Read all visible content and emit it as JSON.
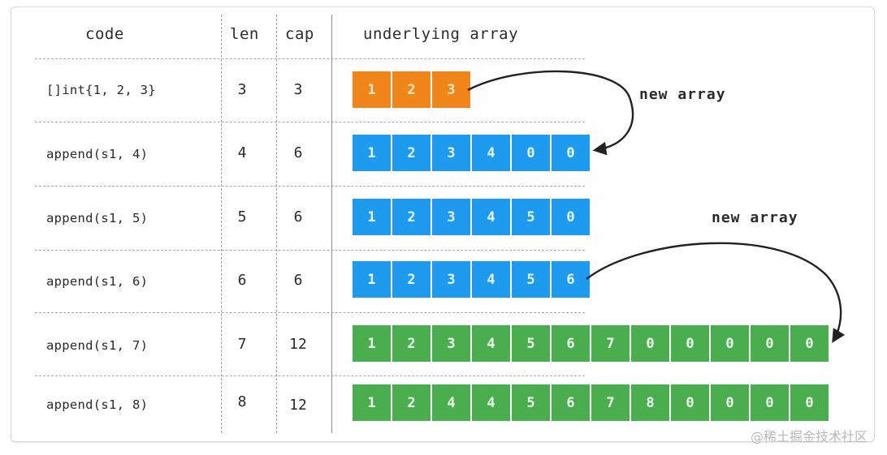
{
  "table": {
    "headers": {
      "code": "code",
      "len": "len",
      "cap": "cap",
      "underlying_array": "underlying array"
    },
    "rows": [
      {
        "code": "[]int{1, 2, 3}",
        "len": "3",
        "cap": "3",
        "color": "orange",
        "array": [
          "1",
          "2",
          "3"
        ]
      },
      {
        "code": "append(s1, 4)",
        "len": "4",
        "cap": "6",
        "color": "blue",
        "array": [
          "1",
          "2",
          "3",
          "4",
          "0",
          "0"
        ]
      },
      {
        "code": "append(s1, 5)",
        "len": "5",
        "cap": "6",
        "color": "blue",
        "array": [
          "1",
          "2",
          "3",
          "4",
          "5",
          "0"
        ]
      },
      {
        "code": "append(s1, 6)",
        "len": "6",
        "cap": "6",
        "color": "blue",
        "array": [
          "1",
          "2",
          "3",
          "4",
          "5",
          "6"
        ]
      },
      {
        "code": "append(s1, 7)",
        "len": "7",
        "cap": "12",
        "color": "green",
        "array": [
          "1",
          "2",
          "3",
          "4",
          "5",
          "6",
          "7",
          "0",
          "0",
          "0",
          "0",
          "0"
        ]
      },
      {
        "code": "append(s1, 8)",
        "len": "8",
        "cap": "12",
        "color": "green",
        "array": [
          "1",
          "2",
          "4",
          "4",
          "5",
          "6",
          "7",
          "8",
          "0",
          "0",
          "0",
          "0"
        ]
      }
    ]
  },
  "annotations": [
    {
      "label": "new array"
    },
    {
      "label": "new array"
    }
  ],
  "watermark": "@稀土掘金技术社区",
  "colors": {
    "orange": "#f08519",
    "blue": "#1e9bef",
    "green": "#4aae4f",
    "border": "#d8d8d8",
    "text": "#2b2b2b",
    "gridline": "#a8a8a8"
  }
}
